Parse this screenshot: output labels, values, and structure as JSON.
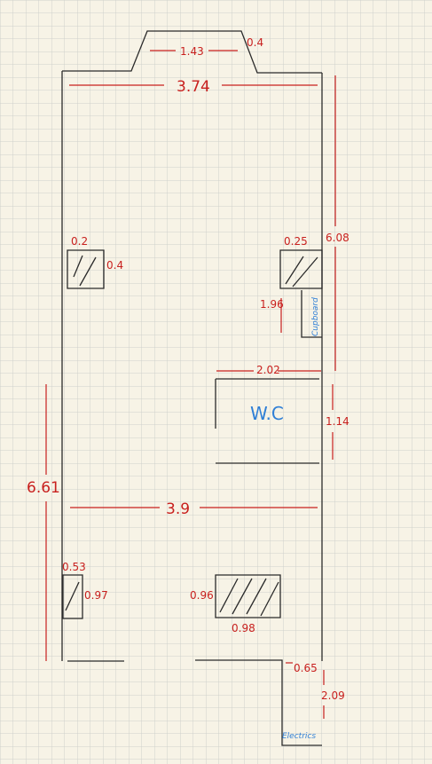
{
  "labels": {
    "bay_width": "1.43",
    "bay_depth": "0.4",
    "top_width": "3.74",
    "right_length": "6.08",
    "left_window_w": "0.2",
    "left_window_h": "0.4",
    "right_window_w": "0.25",
    "cupboard_h": "1.96",
    "cupboard": "Cupboard",
    "wc_width": "2.02",
    "wc_label": "W.C",
    "wc_height": "1.14",
    "left_length": "6.61",
    "bottom_width": "3.9",
    "lower_left_w": "0.53",
    "lower_left_h": "0.97",
    "center_box_h": "0.96",
    "center_box_w": "0.98",
    "step_w": "0.65",
    "step_h": "2.09",
    "electrics": "Electrics"
  }
}
